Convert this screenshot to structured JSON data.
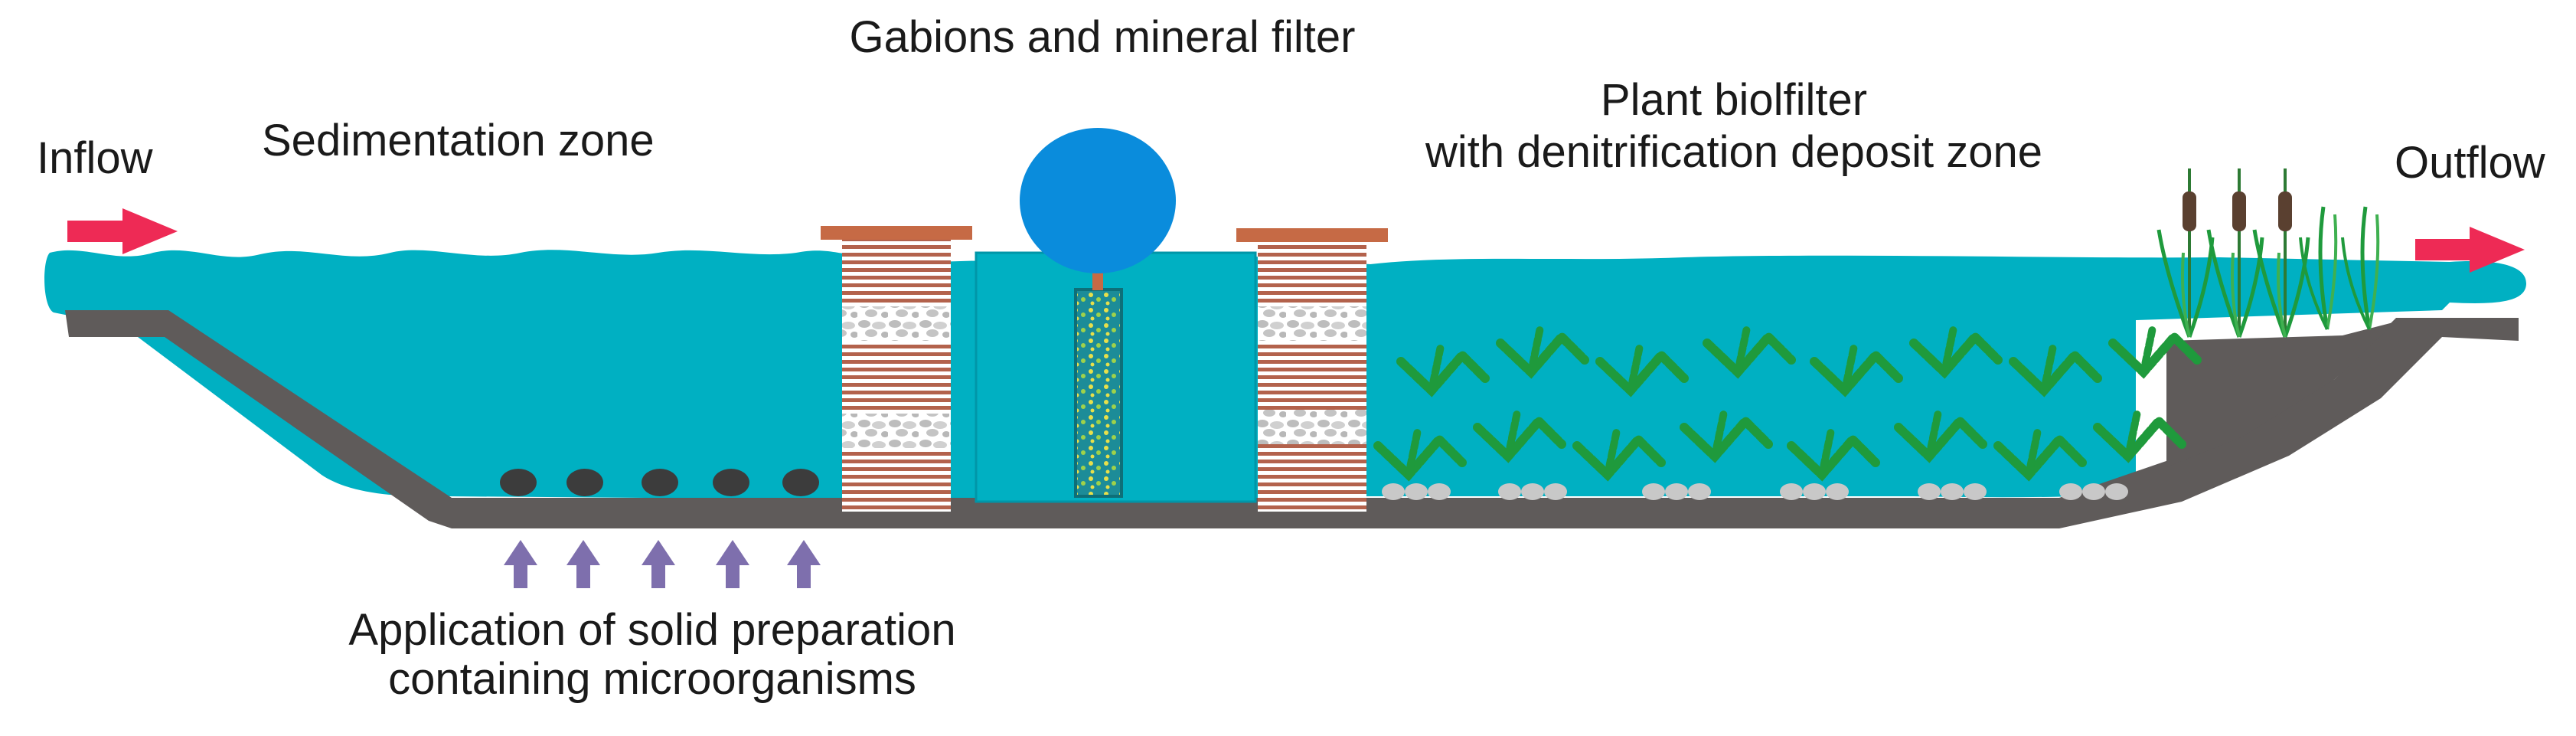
{
  "labels": {
    "gabions": "Gabions and mineral filter",
    "inflow": "Inflow",
    "sedimentation": "Sedimentation zone",
    "plant_line1": "Plant biolfilter",
    "plant_line2": "with denitrification deposit zone",
    "outflow": "Outflow",
    "application_line1": "Application of solid preparation",
    "application_line2": "containing microorganisms"
  },
  "colors": {
    "water": "#00b0c2",
    "water_dark": "#0096a8",
    "channel": "#5f5b5a",
    "flow_arrow": "#ee2a55",
    "up_arrow": "#7e6fad",
    "gabion_stripe": "#b3624c",
    "gabion_cap": "#c66a45",
    "balloon": "#0a8cdc",
    "plant": "#1f9a3c",
    "stones": "#c8c8c8",
    "deposit_balls": "#3c3c3c"
  },
  "icons": [
    "inflow-arrow-icon",
    "outflow-arrow-icon",
    "up-arrow-icon",
    "cattail-icon",
    "aquatic-plant-icon",
    "balloon-float-icon"
  ]
}
